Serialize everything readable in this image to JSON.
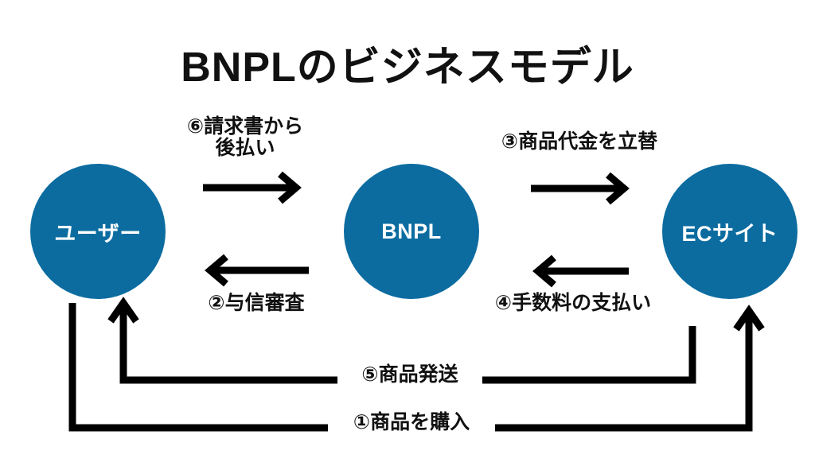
{
  "diagram": {
    "title": "BNPLのビジネスモデル",
    "accent_color": "#0C6CA0",
    "line_color": "#000000",
    "background_color": "#FFFFFF",
    "nodes": [
      {
        "id": "user",
        "label": "ユーザー"
      },
      {
        "id": "bnpl",
        "label": "BNPL"
      },
      {
        "id": "ec",
        "label": "ECサイト"
      }
    ],
    "flows": [
      {
        "id": "flow-1",
        "number": "①",
        "label": "①商品を購入",
        "from": "user",
        "to": "ec",
        "direction": "right"
      },
      {
        "id": "flow-2",
        "number": "②",
        "label": "②与信審査",
        "from": "bnpl",
        "to": "user",
        "direction": "left"
      },
      {
        "id": "flow-3",
        "number": "③",
        "label": "③商品代金を立替",
        "from": "bnpl",
        "to": "ec",
        "direction": "right"
      },
      {
        "id": "flow-4",
        "number": "④",
        "label": "④手数料の支払い",
        "from": "ec",
        "to": "bnpl",
        "direction": "left"
      },
      {
        "id": "flow-5",
        "number": "⑤",
        "label": "⑤商品発送",
        "from": "ec",
        "to": "user",
        "direction": "left"
      },
      {
        "id": "flow-6",
        "number": "⑥",
        "label_line1": "⑥請求書から",
        "label_line2": "後払い",
        "from": "user",
        "to": "bnpl",
        "direction": "right"
      }
    ]
  }
}
